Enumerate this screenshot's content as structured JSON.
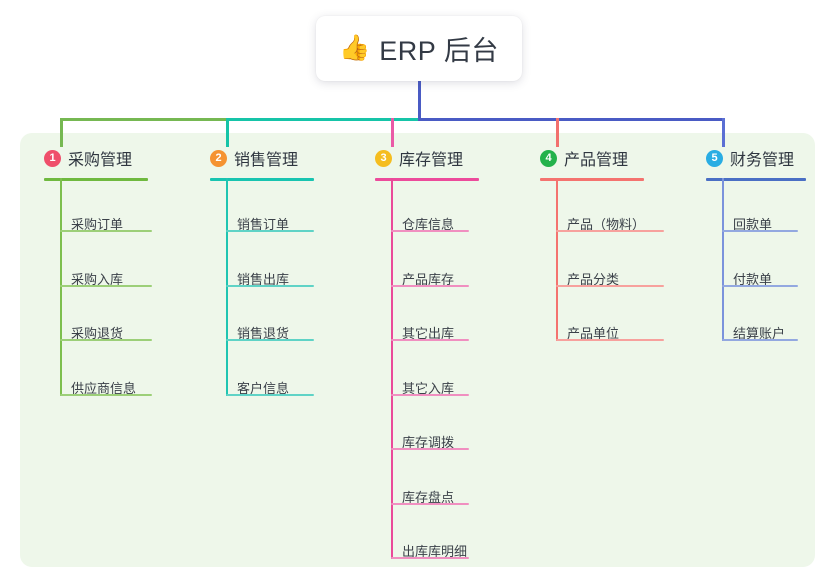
{
  "root": {
    "emoji": "👍",
    "emoji_name": "thumbs-up-emoji",
    "title": "ERP 后台"
  },
  "palette": {
    "panel_bg": "#eef7ea",
    "page_bg": "#ffffff",
    "text": "#3b4149",
    "bus_green": "#76b852",
    "bus_teal": "#16c4a8",
    "bus_blue": "#4a5bc4",
    "drop_green": "#76b852",
    "drop_teal": "#16c4a8",
    "drop_pink": "#ea5aa6",
    "drop_red": "#f2706e",
    "drop_blue": "#5b6fd4"
  },
  "columns": [
    {
      "index": "1",
      "title": "采购管理",
      "badge_color": "#ef4f6b",
      "line_color": "#6fb93f",
      "item_line_color": "#9ccf78",
      "spine_color": "#7dbf4e",
      "items": [
        "采购订单",
        "采购入库",
        "采购退货",
        "供应商信息"
      ]
    },
    {
      "index": "2",
      "title": "销售管理",
      "badge_color": "#f59331",
      "line_color": "#18c4b0",
      "item_line_color": "#5fd3c6",
      "spine_color": "#1fc5b2",
      "items": [
        "销售订单",
        "销售出库",
        "销售退货",
        "客户信息"
      ]
    },
    {
      "index": "3",
      "title": "库存管理",
      "badge_color": "#f5bd1f",
      "line_color": "#ec4b9b",
      "item_line_color": "#f08fc0",
      "spine_color": "#ea4a99",
      "items": [
        "仓库信息",
        "产品库存",
        "其它出库",
        "其它入库",
        "库存调拨",
        "库存盘点",
        "出库库明细"
      ]
    },
    {
      "index": "4",
      "title": "产品管理",
      "badge_color": "#23b24b",
      "line_color": "#f4736f",
      "item_line_color": "#f7a19d",
      "spine_color": "#f4736f",
      "items": [
        "产品（物料）",
        "产品分类",
        "产品单位"
      ]
    },
    {
      "index": "5",
      "title": "财务管理",
      "badge_color": "#29ade3",
      "line_color": "#4a6fc4",
      "item_line_color": "#93a8e0",
      "spine_color": "#7b93dc",
      "items": [
        "回款单",
        "付款单",
        "结算账户"
      ]
    }
  ]
}
